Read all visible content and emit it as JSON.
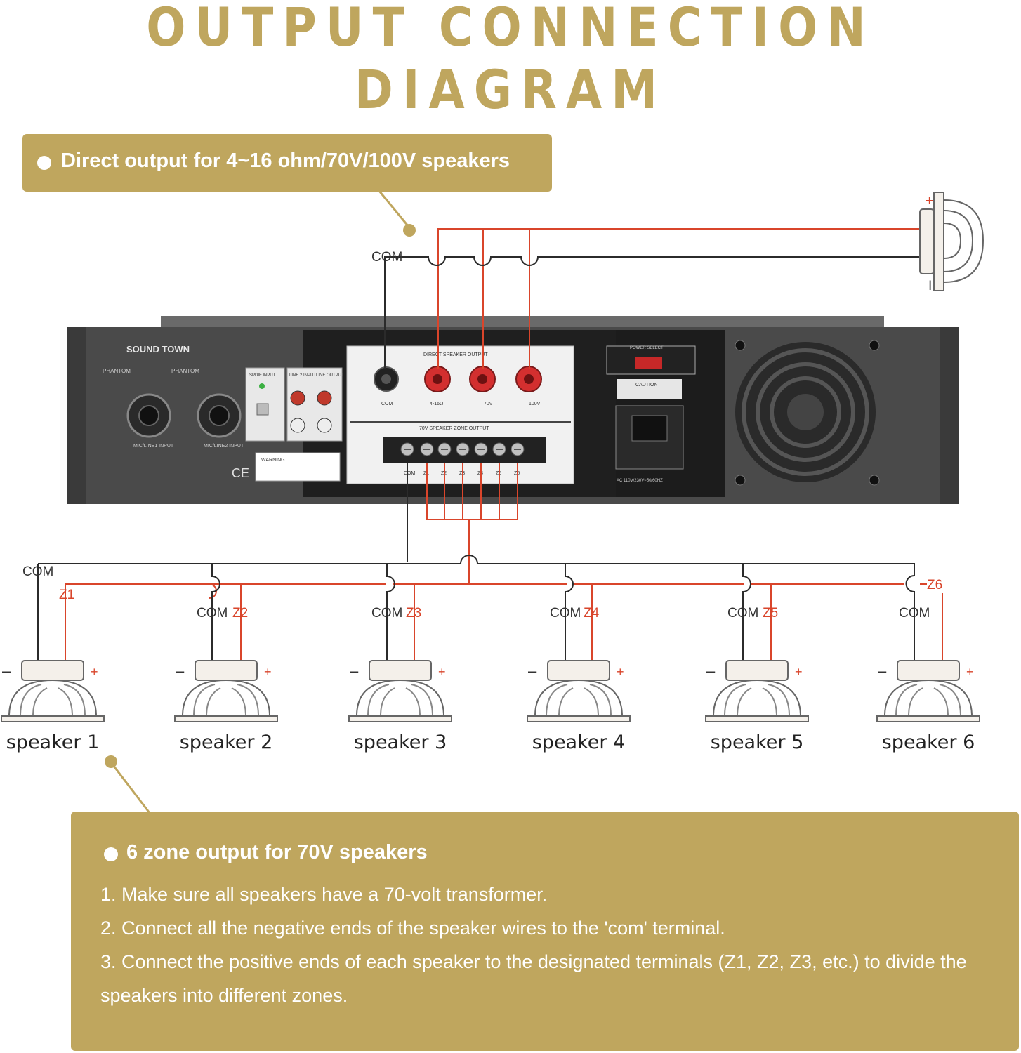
{
  "title": "OUTPUT CONNECTION DIAGRAM",
  "direct_output": {
    "caption": "Direct output for 4~16 ohm/70V/100V speakers"
  },
  "amp": {
    "brand": "SOUND TOWN",
    "phantom_1": "PHANTOM",
    "phantom_2": "PHANTOM",
    "mic_line_1": "MIC/LINE1 INPUT",
    "mic_line_2": "MIC/LINE2 INPUT",
    "sp_input": "SPDIF INPUT",
    "line_2_input": "LINE 2 INPUT",
    "line_output": "LINE OUTPUT",
    "direct_speaker_output": "DIRECT SPEAKER OUTPUT",
    "terminal_com": "COM",
    "terminal_ohm": "4-16Ω",
    "terminal_70v": "70V",
    "terminal_100v": "100V",
    "zone_output": "70V SPEAKER ZONE OUTPUT",
    "zone_terminals": [
      "COM",
      "Z1",
      "Z2",
      "Z3",
      "Z4",
      "Z5",
      "Z6"
    ],
    "power_select": "POWER SELECT",
    "caution": "CAUTION",
    "ac": "AC 110V/230V~50/60HZ",
    "ce": "CE",
    "warning": "WARNING"
  },
  "wiring": {
    "com_top": "COM",
    "plus_top": "+",
    "minus_top": "I",
    "com_bus": "COM",
    "z1": "Z1",
    "z6": "Z6"
  },
  "speakers": [
    {
      "name": "speaker 1",
      "com": "",
      "zone": ""
    },
    {
      "name": "speaker 2",
      "com": "COM",
      "zone": "Z2"
    },
    {
      "name": "speaker 3",
      "com": "COM",
      "zone": "Z3"
    },
    {
      "name": "speaker 4",
      "com": "COM",
      "zone": "Z4"
    },
    {
      "name": "speaker 5",
      "com": "COM",
      "zone": "Z5"
    },
    {
      "name": "speaker 6",
      "com": "COM",
      "zone": ""
    }
  ],
  "polarity": {
    "minus": "–",
    "plus": "+"
  },
  "zone_output": {
    "caption": "6 zone output for 70V speakers",
    "steps": [
      "1. Make sure all speakers have a 70-volt transformer.",
      "2. Connect all the negative ends of the speaker wires to the 'com' terminal.",
      "3. Connect the positive ends of each speaker to the designated terminals (Z1, Z2, Z3, etc.) to divide the speakers into different zones."
    ]
  },
  "colors": {
    "gold": "#bfa65e",
    "red": "#d9452b",
    "wire": "#2b2b2b",
    "chassis": "#4a4a4a"
  }
}
